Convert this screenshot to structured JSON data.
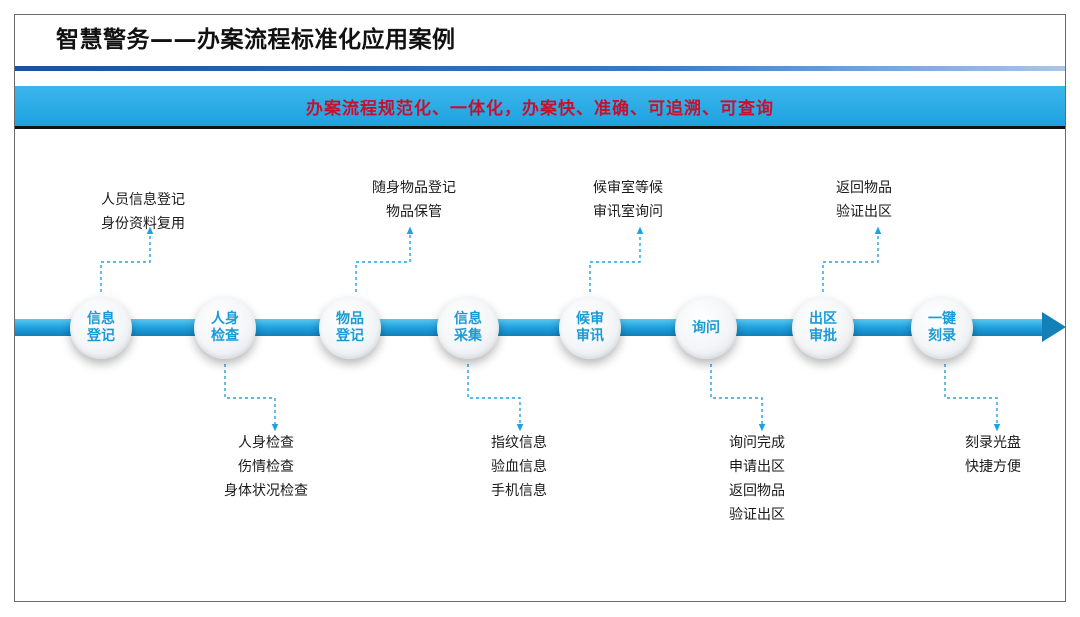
{
  "title": "智慧警务——办案流程标准化应用案例",
  "banner": "办案流程规范化、一体化，办案快、准确、可追溯、可查询",
  "colors": {
    "accent": "#1b9bd6",
    "banner_text": "#c8102e",
    "arrow": "#1ea2e0"
  },
  "steps": [
    {
      "label": "信息登记",
      "details": [
        "人员信息登记",
        "身份资料复用"
      ],
      "side": "top"
    },
    {
      "label": "人身检查",
      "details": [
        "人身检查",
        "伤情检查",
        "身体状况检查"
      ],
      "side": "bottom"
    },
    {
      "label": "物品登记",
      "details": [
        "随身物品登记",
        "物品保管"
      ],
      "side": "top"
    },
    {
      "label": "信息采集",
      "details": [
        "指纹信息",
        "验血信息",
        "手机信息"
      ],
      "side": "bottom"
    },
    {
      "label": "候审审讯",
      "details": [
        "候审室等候",
        "审讯室询问"
      ],
      "side": "top"
    },
    {
      "label": "询问",
      "details": [
        "询问完成",
        "申请出区",
        "返回物品",
        "验证出区"
      ],
      "side": "bottom"
    },
    {
      "label": "出区审批",
      "details": [
        "返回物品",
        "验证出区"
      ],
      "side": "top"
    },
    {
      "label": "一键刻录",
      "details": [
        "刻录光盘",
        "快捷方便"
      ],
      "side": "bottom"
    }
  ]
}
